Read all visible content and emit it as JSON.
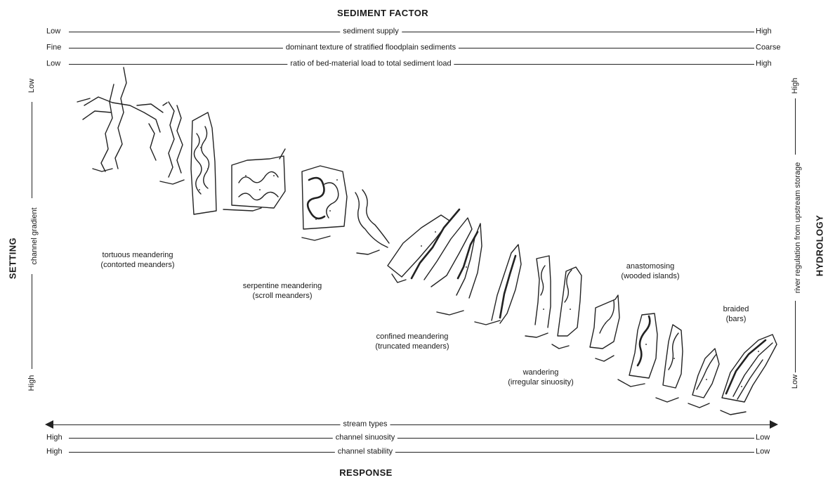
{
  "top": {
    "title": "SEDIMENT FACTOR",
    "rows": [
      {
        "left": "Low",
        "label": "sediment supply",
        "right": "High"
      },
      {
        "left": "Fine",
        "label": "dominant texture of stratified floodplain sediments",
        "right": "Coarse"
      },
      {
        "left": "Low",
        "label": "ratio of bed-material load to total sediment load",
        "right": "High"
      }
    ]
  },
  "left": {
    "title": "SETTING",
    "label": "channel gradient",
    "top": "Low",
    "bottom": "High"
  },
  "right": {
    "title": "HYDROLOGY",
    "label": "river regulation from upstream storage",
    "top": "High",
    "bottom": "Low"
  },
  "stream_types": [
    {
      "name": "tortuous meandering",
      "sub": "(contorted meanders)"
    },
    {
      "name": "serpentine meandering",
      "sub": "(scroll meanders)"
    },
    {
      "name": "confined meandering",
      "sub": "(truncated meanders)"
    },
    {
      "name": "wandering",
      "sub": "(irregular sinuosity)"
    },
    {
      "name": "anastomosing",
      "sub": "(wooded islands)"
    },
    {
      "name": "braided",
      "sub": "(bars)"
    }
  ],
  "bottom": {
    "title": "RESPONSE",
    "rows": [
      {
        "left": "",
        "label": "stream types",
        "right": ""
      },
      {
        "left": "High",
        "label": "channel sinuosity",
        "right": "Low"
      },
      {
        "left": "High",
        "label": "channel stability",
        "right": "Low"
      }
    ]
  }
}
